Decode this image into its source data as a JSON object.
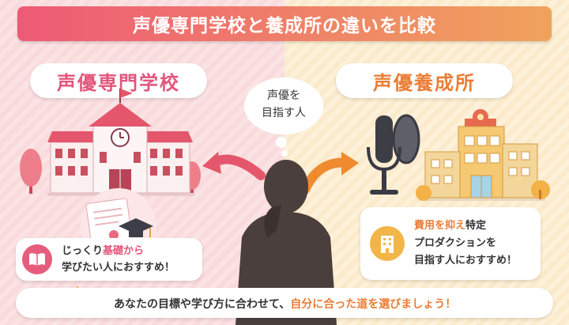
{
  "banner": {
    "title": "声優専門学校と養成所の違いを比較"
  },
  "left": {
    "label": "声優専門学校",
    "card_line1_a": "じっくり",
    "card_line1_b": "基礎から",
    "card_line2": "学びたい人におすすめ！",
    "icon": "book-icon",
    "accent": "#e2557a"
  },
  "right": {
    "label": "声優養成所",
    "card_line1_a": "費用を抑え",
    "card_line1_b": "特定",
    "card_line2": "プロダクションを",
    "card_line3": "目指す人におすすめ！",
    "icon": "building-icon",
    "accent": "#ea7d35"
  },
  "thought": {
    "line1": "声優を",
    "line2": "目指す人"
  },
  "bottom": {
    "text_a": "あなたの目標や学び方に合わせて、",
    "text_b": "自分に合った道を選びましょう！",
    "icon": "lightbulb-icon"
  }
}
